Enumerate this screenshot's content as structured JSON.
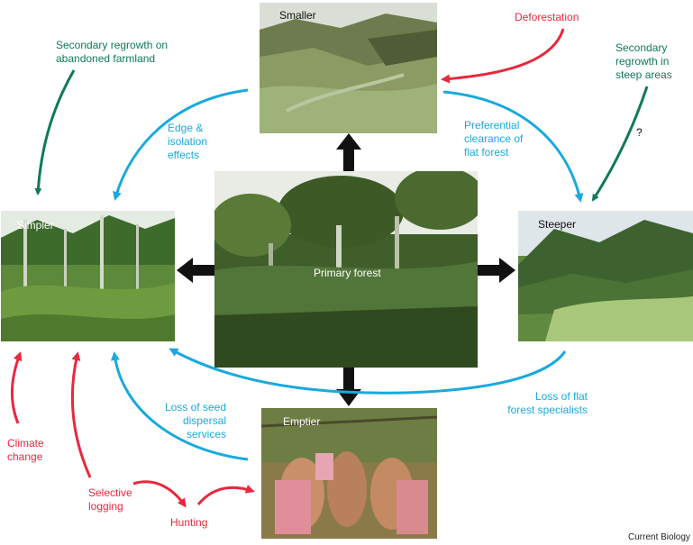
{
  "panels": {
    "smaller": "Smaller",
    "simpler": "Simpler",
    "primary": "Primary forest",
    "steeper": "Steeper",
    "emptier": "Emptier"
  },
  "labels": {
    "regrowth_farmland_1": "Secondary regrowth on",
    "regrowth_farmland_2": "abandoned farmland",
    "deforestation": "Deforestation",
    "regrowth_steep_1": "Secondary",
    "regrowth_steep_2": "regrowth in",
    "regrowth_steep_3": "steep areas",
    "question": "?",
    "edge_1": "Edge &",
    "edge_2": "isolation",
    "edge_3": "effects",
    "pref_1": "Preferential",
    "pref_2": "clearance of",
    "pref_3": "flat forest",
    "loss_flat_1": "Loss of flat",
    "loss_flat_2": "forest specialists",
    "loss_seed_1": "Loss of seed",
    "loss_seed_2": "dispersal",
    "loss_seed_3": "services",
    "climate_1": "Climate",
    "climate_2": "change",
    "selective_1": "Selective",
    "selective_2": "logging",
    "hunting": "Hunting",
    "credit": "Current Biology"
  },
  "colors": {
    "green": "#0f7a55",
    "cyan": "#19a9dd",
    "red": "#e8283c",
    "black": "#111111"
  }
}
